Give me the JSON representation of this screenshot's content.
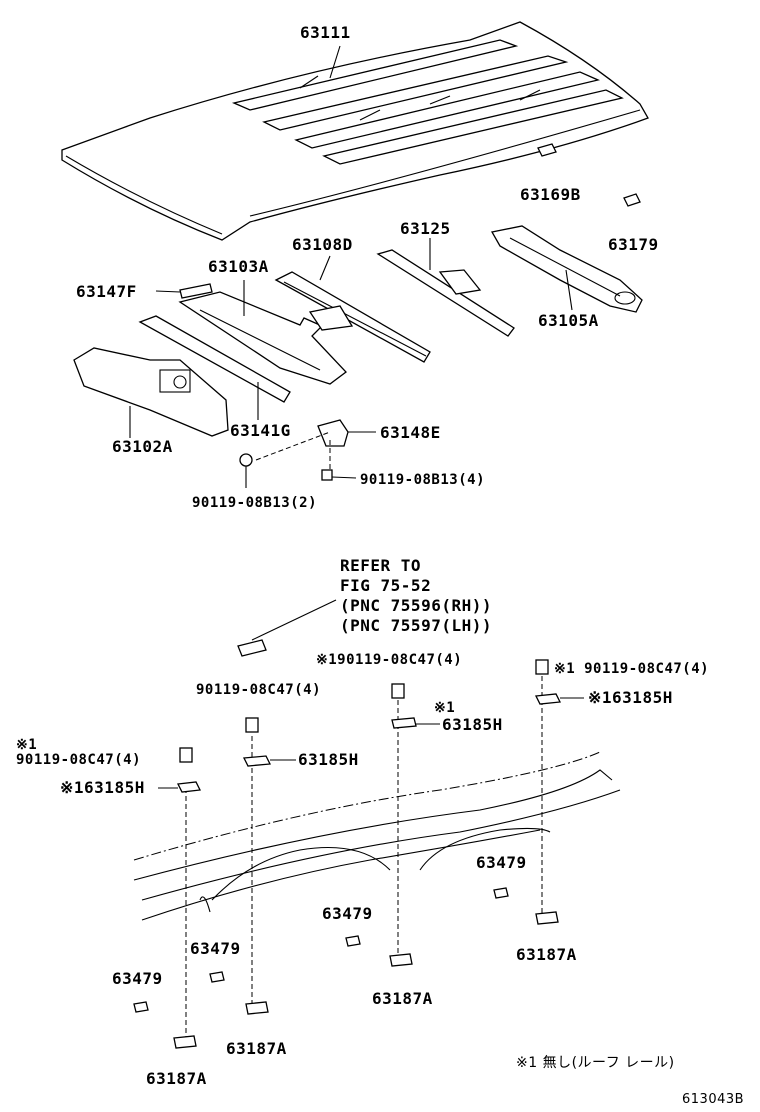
{
  "labels": {
    "p63111": "63111",
    "p63169b": "63169B",
    "p63179": "63179",
    "p63108d": "63108D",
    "p63125": "63125",
    "p63103a": "63103A",
    "p63147f": "63147F",
    "p63105a": "63105A",
    "p63102a": "63102A",
    "p63141g": "63141G",
    "p63148e": "63148E",
    "bolt_4_top": "90119-08B13(4)",
    "bolt_2_top": "90119-08B13(2)",
    "c47_center": "※190119-08C47(4)",
    "c47_right": "※1 90119-08C47(4)",
    "c47_left_mid": "90119-08C47(4)",
    "c47_left_mark": "※1",
    "c47_left": "90119-08C47(4)",
    "h_right": "※163185H",
    "h_center_mark": "※1",
    "h_center": "63185H",
    "h_mid": "63185H",
    "h_left": "※163185H",
    "r63479_right": "63479",
    "r63479_center": "63479",
    "r63479_mid": "63479",
    "r63479_left": "63479",
    "a187_right": "63187A",
    "a187_center": "63187A",
    "a187_mid": "63187A",
    "a187_left": "63187A"
  },
  "refer_note": {
    "line1": "REFER TO",
    "line2": "FIG 75-52",
    "line3": "(PNC 75596(RH))",
    "line4": "(PNC 75597(LH))"
  },
  "footnote": "※1  無し(ルーフ レール)",
  "figure_id": "613043B"
}
